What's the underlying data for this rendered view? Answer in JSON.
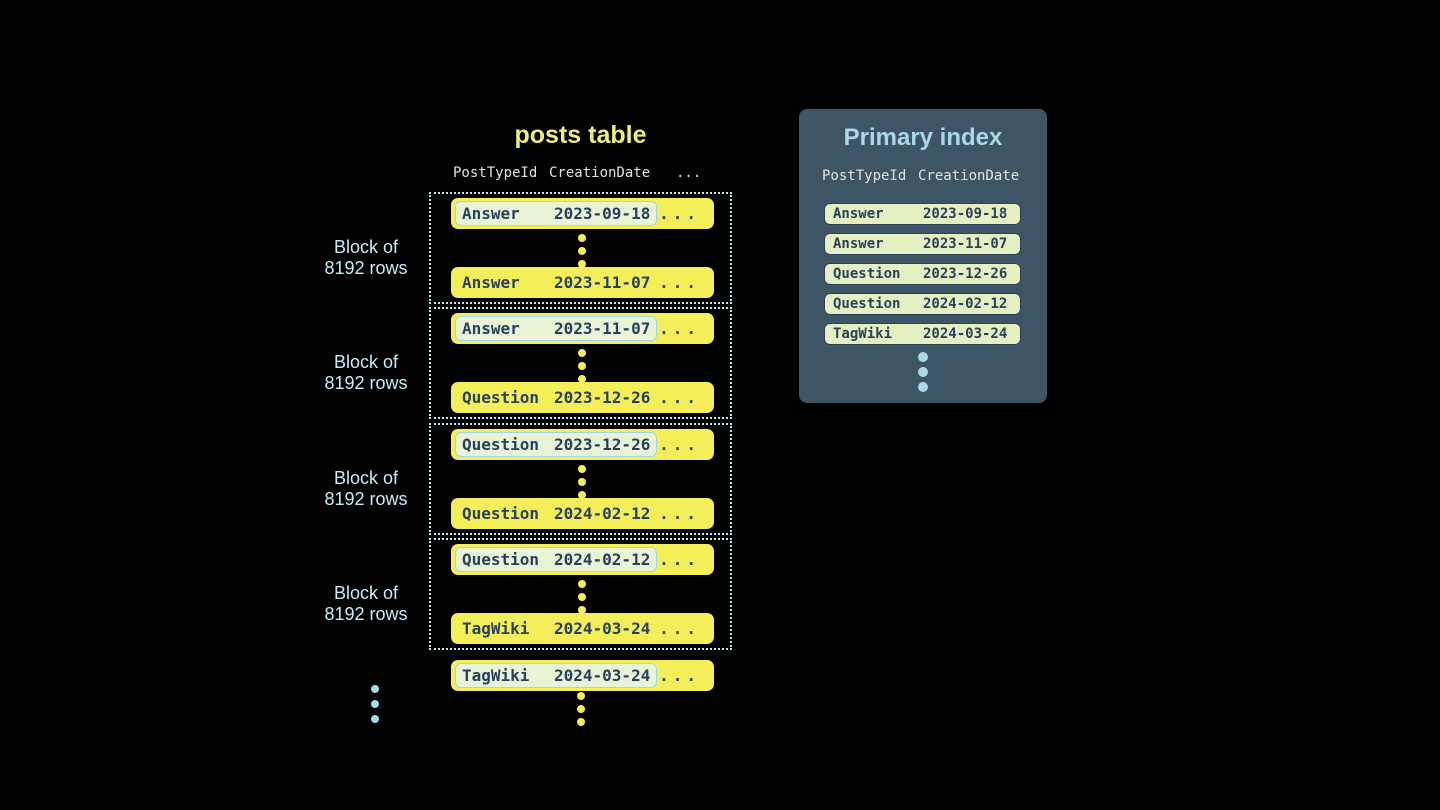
{
  "colors": {
    "background": "#020202",
    "yellow": "#f4ee58",
    "titleYellow": "#f0ee7d",
    "rowText": "#27415d",
    "highlightFill": "#e8f4d5",
    "highlightBorder": "#9fd5e8",
    "indexRowFill": "#e4f0c2",
    "indexRowBorder": "#2c4257",
    "panelBg": "#3e5565",
    "lightBlue": "#a9d8ea",
    "paleBlue": "#c9ecf8",
    "headerText": "#e3e3de",
    "dottedBorder": "#c6e6f0"
  },
  "posts_table": {
    "title": "posts table",
    "headers": {
      "col1": "PostTypeId",
      "col2": "CreationDate",
      "col3": "..."
    },
    "row_ellipsis": "...",
    "block_label_line1": "Block of",
    "block_label_line2": "8192 rows",
    "blocks": [
      {
        "first": {
          "type": "Answer",
          "date": "2023-09-18"
        },
        "last": {
          "type": "Answer",
          "date": "2023-11-07"
        }
      },
      {
        "first": {
          "type": "Answer",
          "date": "2023-11-07"
        },
        "last": {
          "type": "Question",
          "date": "2023-12-26"
        }
      },
      {
        "first": {
          "type": "Question",
          "date": "2023-12-26"
        },
        "last": {
          "type": "Question",
          "date": "2024-02-12"
        }
      },
      {
        "first": {
          "type": "Question",
          "date": "2024-02-12"
        },
        "last": {
          "type": "TagWiki",
          "date": "2024-03-24"
        }
      }
    ],
    "tail_row": {
      "type": "TagWiki",
      "date": "2024-03-24"
    }
  },
  "primary_index": {
    "title": "Primary index",
    "headers": {
      "col1": "PostTypeId",
      "col2": "CreationDate"
    },
    "rows": [
      {
        "type": "Answer",
        "date": "2023-09-18"
      },
      {
        "type": "Answer",
        "date": "2023-11-07"
      },
      {
        "type": "Question",
        "date": "2023-12-26"
      },
      {
        "type": "Question",
        "date": "2024-02-12"
      },
      {
        "type": "TagWiki",
        "date": "2024-03-24"
      }
    ]
  }
}
